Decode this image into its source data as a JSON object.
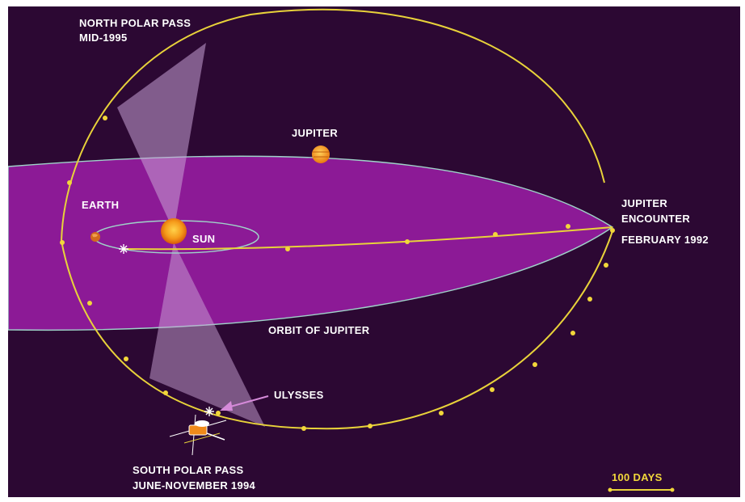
{
  "labels": {
    "north_pass_line1": "NORTH POLAR PASS",
    "north_pass_line2": "MID-1995",
    "jupiter": "JUPITER",
    "earth": "EARTH",
    "sun": "SUN",
    "encounter_line1": "JUPITER",
    "encounter_line2": "ENCOUNTER",
    "encounter_line3": "FEBRUARY 1992",
    "orbit_of_jupiter": "ORBIT OF JUPITER",
    "ulysses": "ULYSSES",
    "south_pass_line1": "SOUTH POLAR PASS",
    "south_pass_line2": "JUNE-NOVEMBER 1994",
    "scale": "100 DAYS"
  },
  "colors": {
    "background": "#2c0833",
    "orbit_plane": "#8c1a96",
    "trajectory": "#e8d23a",
    "planet": "#f5a623",
    "polar_cone": "#c9a3d6"
  }
}
